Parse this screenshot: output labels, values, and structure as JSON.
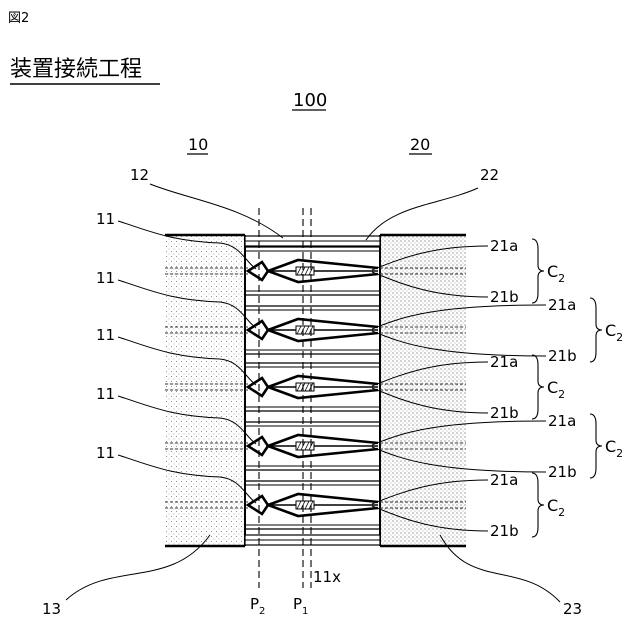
{
  "figure": {
    "label": "図2",
    "title": "装置接続工程",
    "assembly_ref": "100"
  },
  "refs": {
    "left_device": "10",
    "right_device": "20",
    "left_cover": "12",
    "right_cover": "22",
    "left_base": "13",
    "right_base": "23",
    "lead": "11",
    "lead_x": "11x",
    "pad_a": "21a",
    "pad_b": "21b",
    "pair": "C",
    "pair_sub": "2",
    "line1": "P",
    "line1_sub": "2",
    "line2": "P",
    "line2_sub": "1"
  },
  "pad_count": 5
}
